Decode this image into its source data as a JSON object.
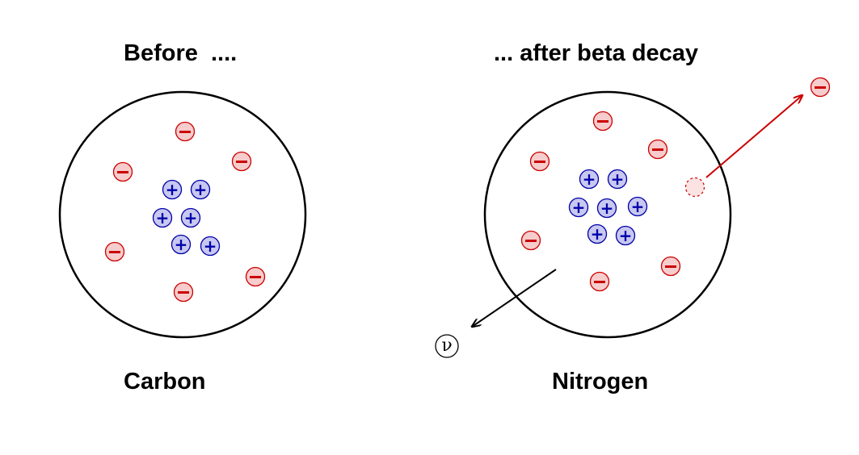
{
  "diagram": {
    "title_before": "Before  ....",
    "title_after": "... after beta decay",
    "label_left": "Carbon",
    "label_right": "Nitrogen",
    "neutrino_symbol": "ν",
    "electron_symbol": "−",
    "proton_symbol": "+"
  },
  "colors": {
    "outline": "#000000",
    "electron_fill": "#f7cccc",
    "electron_stroke": "#cc0000",
    "proton_fill": "#c8c8f0",
    "proton_stroke": "#0000aa",
    "emission_arrow": "#cc0000",
    "neutrino_arrow": "#000000"
  }
}
